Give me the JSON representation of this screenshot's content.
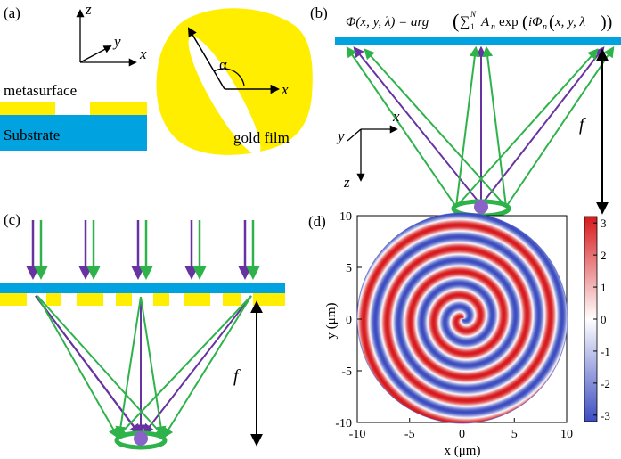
{
  "colors": {
    "gold": "#ffee00",
    "substrate": "#00a3e0",
    "purple": "#6633a0",
    "green": "#2eb24a",
    "focus_ring": "#2eb24a",
    "focus_dot": "#8a63c8",
    "cmap_neg": "#3b4cc0",
    "cmap_mid": "#ffffff",
    "cmap_pos": "#d7191c"
  },
  "panel_a": {
    "label": "(a)",
    "axis_z": "z",
    "axis_y": "y",
    "axis_x": "x",
    "metasurface_label": "metasurface",
    "substrate_label": "Substrate",
    "gold_label": "gold film",
    "alpha": "α",
    "film_x": "x"
  },
  "panel_b": {
    "label": "(b)",
    "equation_lhs": "Φ(x, y, λ) = arg",
    "equation_sum_upper": "N",
    "equation_sum_lower": "1",
    "equation_rhs": "A",
    "equation_sub_n": "n",
    "equation_exp": "exp",
    "equation_iphi": "iΦ",
    "equation_args": "x, y, λ",
    "axis_x": "x",
    "axis_y": "y",
    "axis_z": "z",
    "f_label": "f"
  },
  "panel_c": {
    "label": "(c)",
    "f_label": "f"
  },
  "panel_d": {
    "label": "(d)",
    "xlabel": "x (μm)",
    "ylabel": "y (μm)",
    "xticks": [
      "-10",
      "-5",
      "0",
      "5",
      "10"
    ],
    "yticks": [
      "10",
      "5",
      "0",
      "-5",
      "-10"
    ],
    "cbar_ticks": [
      "3",
      "2",
      "1",
      "0",
      "-1",
      "-2",
      "-3"
    ]
  },
  "chart_data": {
    "type": "heatmap",
    "xlabel": "x (μm)",
    "ylabel": "y (μm)",
    "xlim": [
      -10,
      10
    ],
    "ylim": [
      -10,
      10
    ],
    "x_ticks": [
      -10,
      -5,
      0,
      5,
      10
    ],
    "y_ticks": [
      -10,
      -5,
      0,
      5,
      10
    ],
    "colorbar_range": [
      -3.2,
      3.2
    ],
    "colorbar_ticks": [
      -3,
      -2,
      -1,
      0,
      1,
      2,
      3
    ],
    "aperture_radius_um": 10,
    "spiral_turns_per_radius": 0.45,
    "colormap": "blue-white-red"
  }
}
